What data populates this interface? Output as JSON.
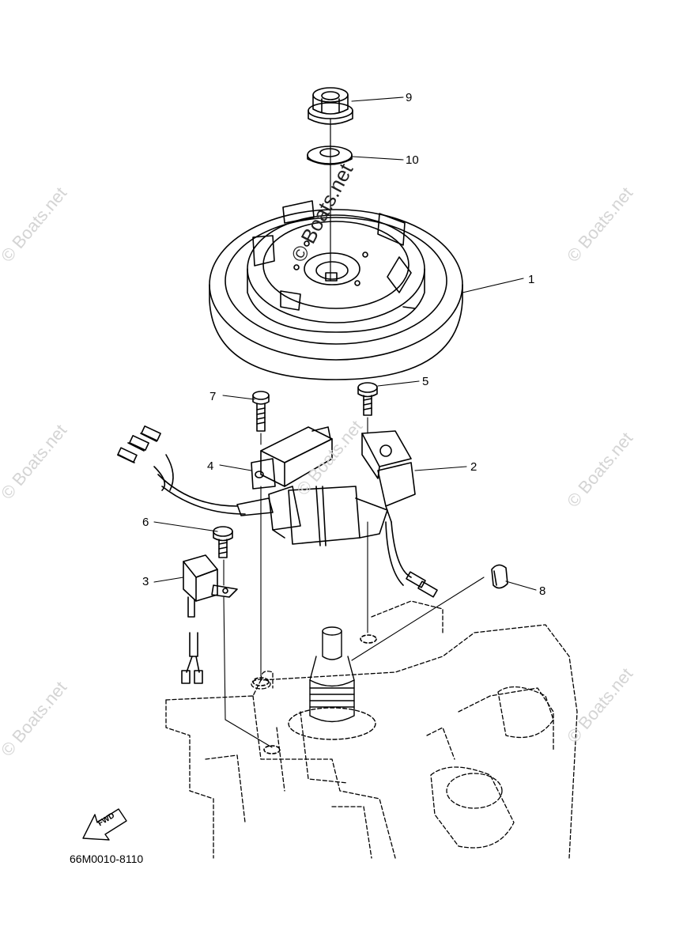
{
  "diagram": {
    "part_code": "66M0010-8110",
    "direction_label": "FWD",
    "watermark": "© Boats.net",
    "callouts": [
      {
        "id": "1",
        "label": "1"
      },
      {
        "id": "2",
        "label": "2"
      },
      {
        "id": "3",
        "label": "3"
      },
      {
        "id": "4",
        "label": "4"
      },
      {
        "id": "5",
        "label": "5"
      },
      {
        "id": "6",
        "label": "6"
      },
      {
        "id": "7",
        "label": "7"
      },
      {
        "id": "8",
        "label": "8"
      },
      {
        "id": "9",
        "label": "9"
      },
      {
        "id": "10",
        "label": "10"
      }
    ]
  }
}
